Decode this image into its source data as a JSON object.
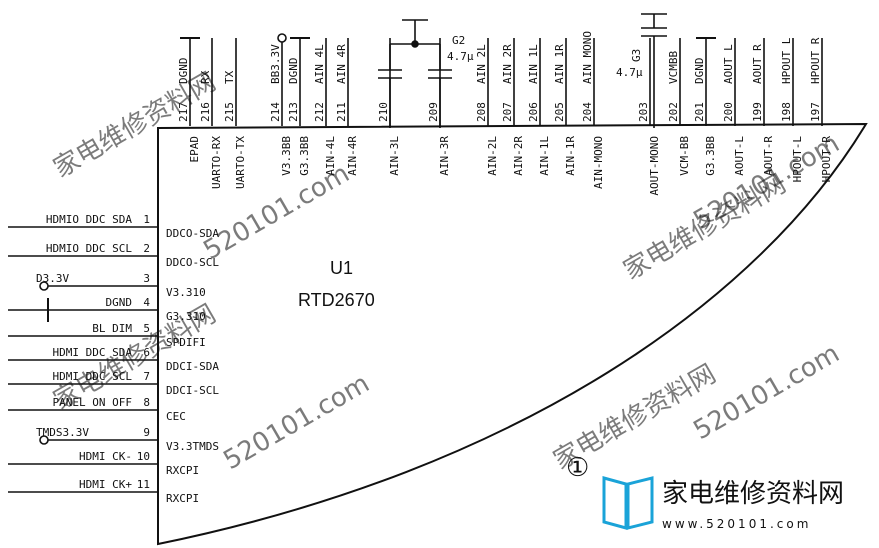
{
  "chip": {
    "ref": "U1",
    "part": "RTD2670",
    "marker": "①"
  },
  "top_pins": [
    {
      "num": "217",
      "net": "DGND",
      "func": "EPAD"
    },
    {
      "num": "216",
      "net": "RX",
      "func": "UARTO-RX"
    },
    {
      "num": "215",
      "net": "TX",
      "func": "UARTO-TX"
    },
    {
      "num": "214",
      "net": "BB3.3V",
      "func": "V3.3BB"
    },
    {
      "num": "213",
      "net": "DGND",
      "func": "G3.3BB"
    },
    {
      "num": "212",
      "net": "AIN 4L",
      "func": "AIN-4L"
    },
    {
      "num": "211",
      "net": "AIN 4R",
      "func": "AIN-4R"
    },
    {
      "num": "210",
      "net": "",
      "func": "AIN-3L"
    },
    {
      "num": "209",
      "net": "",
      "func": "AIN-3R"
    },
    {
      "num": "208",
      "net": "AIN 2L",
      "func": "AIN-2L"
    },
    {
      "num": "207",
      "net": "AIN 2R",
      "func": "AIN-2R"
    },
    {
      "num": "206",
      "net": "AIN 1L",
      "func": "AIN-1L"
    },
    {
      "num": "205",
      "net": "AIN 1R",
      "func": "AIN-1R"
    },
    {
      "num": "204",
      "net": "AIN MONO",
      "func": "AIN-MONO"
    },
    {
      "num": "203",
      "net": "",
      "func": "AOUT-MONO"
    },
    {
      "num": "202",
      "net": "VCMBB",
      "func": "VCM-BB"
    },
    {
      "num": "201",
      "net": "DGND",
      "func": "G3.3BB"
    },
    {
      "num": "200",
      "net": "AOUT L",
      "func": "AOUT-L"
    },
    {
      "num": "199",
      "net": "AOUT R",
      "func": "AOUT-R"
    },
    {
      "num": "198",
      "net": "HPOUT L",
      "func": "HPOUT-L"
    },
    {
      "num": "197",
      "net": "HPOUT R",
      "func": "HPOUT-R"
    }
  ],
  "left_pins": [
    {
      "num": "1",
      "net": "HDMIO DDC SDA",
      "func": "DDCO-SDA"
    },
    {
      "num": "2",
      "net": "HDMIO DDC SCL",
      "func": "DDCO-SCL"
    },
    {
      "num": "3",
      "net": "D3.3V",
      "func": "V3.310"
    },
    {
      "num": "4",
      "net": "DGND",
      "func": "G3.310"
    },
    {
      "num": "5",
      "net": "BL DIM",
      "func": "SPDIFI"
    },
    {
      "num": "6",
      "net": "HDMI DDC SDA",
      "func": "DDCI-SDA"
    },
    {
      "num": "7",
      "net": "HDMI DDC SCL",
      "func": "DDCI-SCL"
    },
    {
      "num": "8",
      "net": "PANEL ON OFF",
      "func": "CEC"
    },
    {
      "num": "9",
      "net": "TMDS3.3V",
      "func": "V3.3TMDS"
    },
    {
      "num": "10",
      "net": "HDMI CK-",
      "func": "RXCPI"
    },
    {
      "num": "11",
      "net": "HDMI CK+",
      "func": "RXCPI"
    }
  ],
  "capacitors": [
    {
      "ref": "G2",
      "value": "4.7μ"
    },
    {
      "ref": "G3",
      "value": "4.7μ"
    }
  ],
  "watermark": {
    "text": "家电维修资料网",
    "domain": "520101.com"
  },
  "logo": {
    "text": "家电维修资料网",
    "url": "www.520101.com"
  }
}
